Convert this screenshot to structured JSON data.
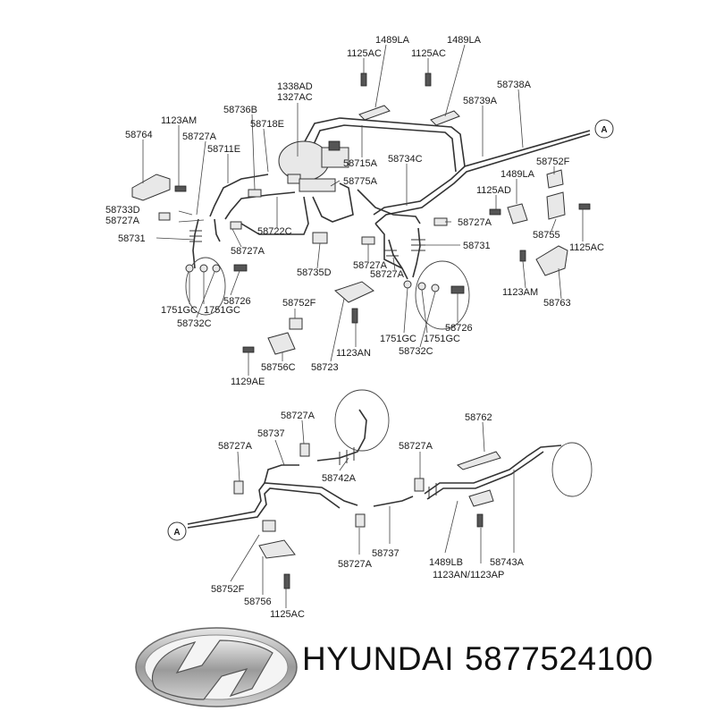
{
  "brand": {
    "name": "HYUNDAI",
    "part_number": "5877524100",
    "logo": "hyundai-logo"
  },
  "callouts": [
    "A",
    "A"
  ],
  "labels": [
    "1489LA",
    "1489LA",
    "1125AC",
    "1125AC",
    "1338AD",
    "1327AC",
    "58738A",
    "58739A",
    "1123AM",
    "58736B",
    "58718E",
    "58764",
    "58727A",
    "58711E",
    "58715A",
    "58734C",
    "58752F",
    "1489LA",
    "58775A",
    "1125AD",
    "58733D",
    "58727A",
    "58722C",
    "58727A",
    "58755",
    "1125AC",
    "58731",
    "58727A",
    "58731",
    "58735D",
    "58727A",
    "58727A",
    "1123AM",
    "58763",
    "58726",
    "1751GC",
    "1751GC",
    "58732C",
    "58752F",
    "58726",
    "1751GC",
    "1751GC",
    "58732C",
    "1123AN",
    "1129AE",
    "58756C",
    "58723",
    "58727A",
    "58762",
    "58737",
    "58727A",
    "58727A",
    "58742A",
    "58737",
    "58727A",
    "1489LB",
    "58743A",
    "1123AN/1123AP",
    "58752F",
    "58756",
    "1125AC"
  ]
}
